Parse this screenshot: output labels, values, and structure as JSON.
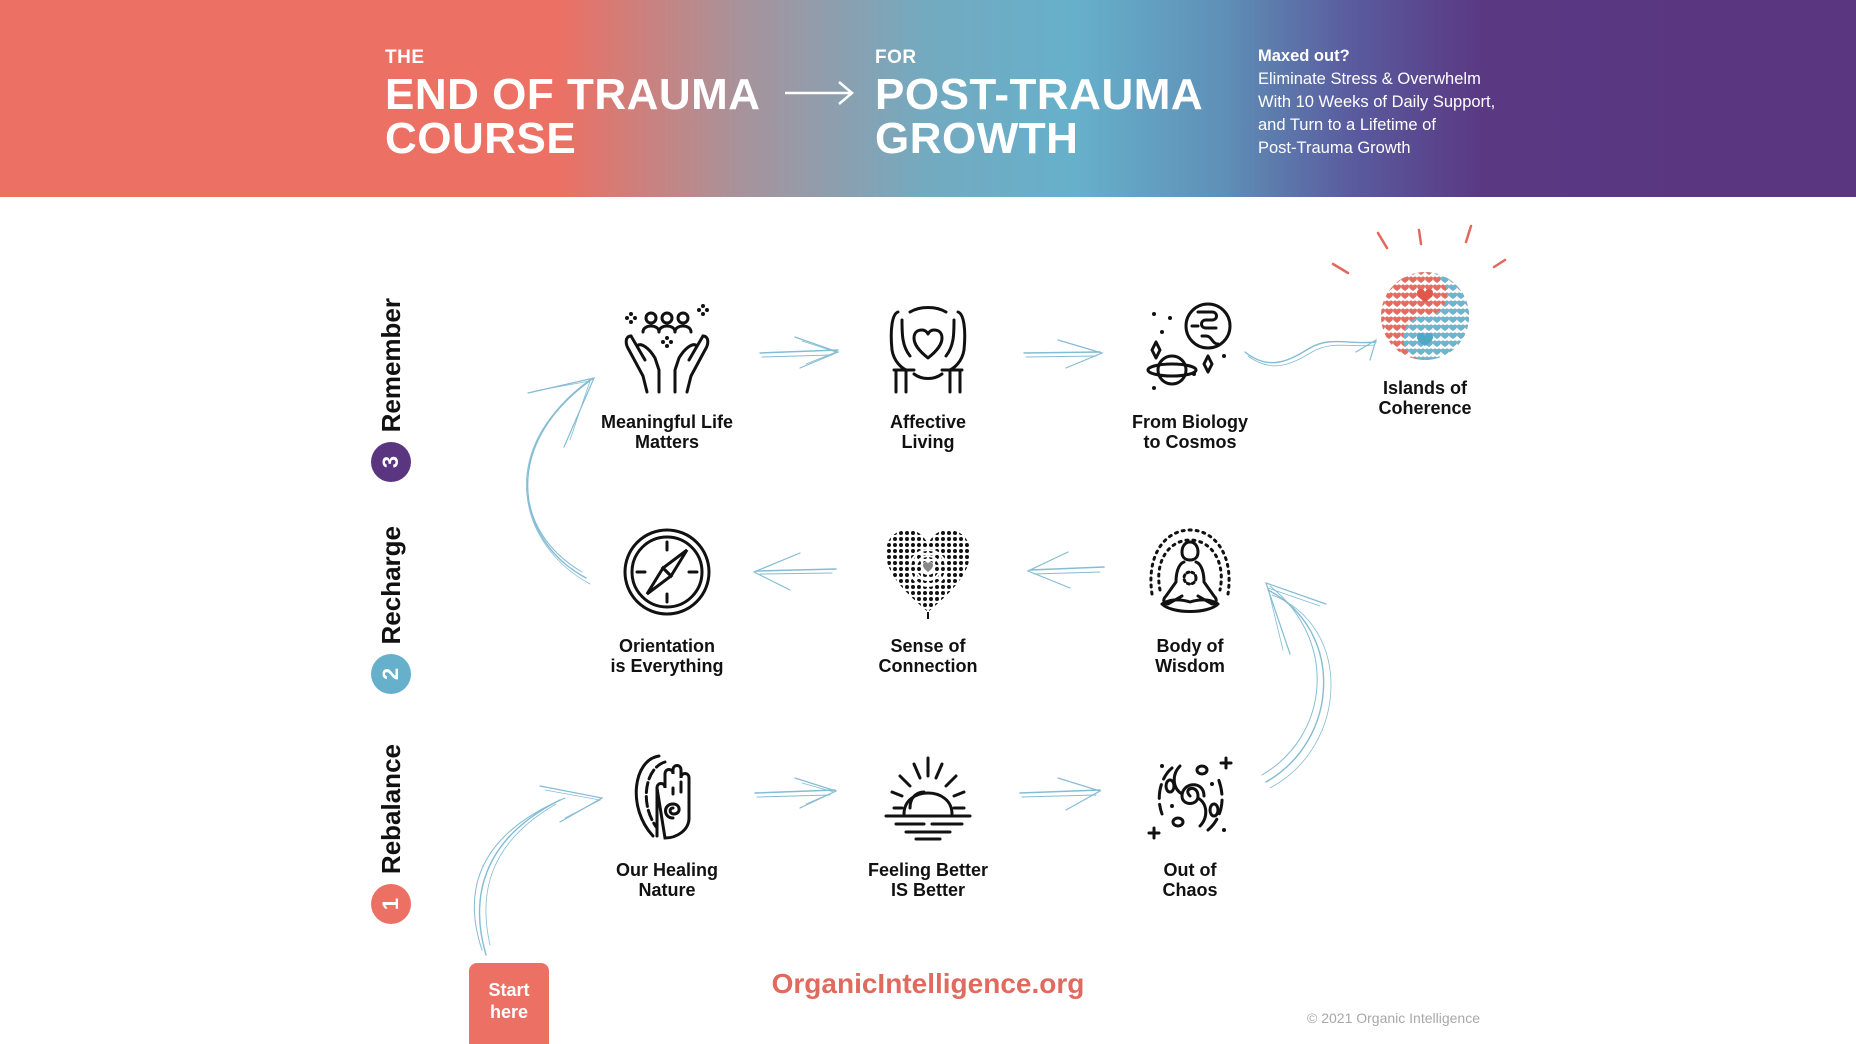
{
  "header": {
    "left_kicker": "THE",
    "left_title_line1": "END OF TRAUMA",
    "left_title_line2": "COURSE",
    "arrow_icon": "long-right-arrow",
    "right_kicker": "FOR",
    "right_title_line1": "POST-TRAUMA",
    "right_title_line2": "GROWTH",
    "tagline": {
      "lead": "Maxed out?",
      "lines": [
        "Eliminate Stress & Overwhelm",
        "With 10 Weeks of Daily Support,",
        "and Turn to a Lifetime of",
        "Post-Trauma Growth"
      ]
    },
    "gradient_colors": [
      "#ec7063",
      "#66b0cb",
      "#5a3580"
    ]
  },
  "phases": [
    {
      "number": "1",
      "label": "Rebalance",
      "color": "#ec7063"
    },
    {
      "number": "2",
      "label": "Recharge",
      "color": "#66b0cb"
    },
    {
      "number": "3",
      "label": "Remember",
      "color": "#5a3580"
    }
  ],
  "modules": {
    "row1": [
      {
        "icon": "hand-with-spiral-icon",
        "line1": "Our Healing",
        "line2": "Nature"
      },
      {
        "icon": "sunrise-icon",
        "line1": "Feeling Better",
        "line2": "IS Better"
      },
      {
        "icon": "galaxy-icon",
        "line1": "Out of",
        "line2": "Chaos"
      }
    ],
    "row2": [
      {
        "icon": "compass-icon",
        "line1": "Orientation",
        "line2": "is Everything"
      },
      {
        "icon": "pattern-heart-icon",
        "line1": "Sense of",
        "line2": "Connection"
      },
      {
        "icon": "meditating-figure-icon",
        "line1": "Body of",
        "line2": "Wisdom"
      }
    ],
    "row3": [
      {
        "icon": "hands-holding-people-icon",
        "line1": "Meaningful Life",
        "line2": "Matters"
      },
      {
        "icon": "hands-holding-heart-icon",
        "line1": "Affective",
        "line2": "Living"
      },
      {
        "icon": "planets-icon",
        "line1": "From Biology",
        "line2": "to Cosmos"
      }
    ],
    "goal": {
      "icon": "yin-yang-hearts-icon",
      "line1": "Islands of",
      "line2": "Coherence"
    }
  },
  "accent_colors": {
    "coral": "#ec7063",
    "blue": "#66b0cb",
    "purple": "#5a3580",
    "flow_arrow": "#6fb1cc"
  },
  "footer": {
    "start_line1": "Start",
    "start_line2": "here",
    "site_url": "OrganicIntelligence.org",
    "copyright": "© 2021 Organic Intelligence"
  }
}
